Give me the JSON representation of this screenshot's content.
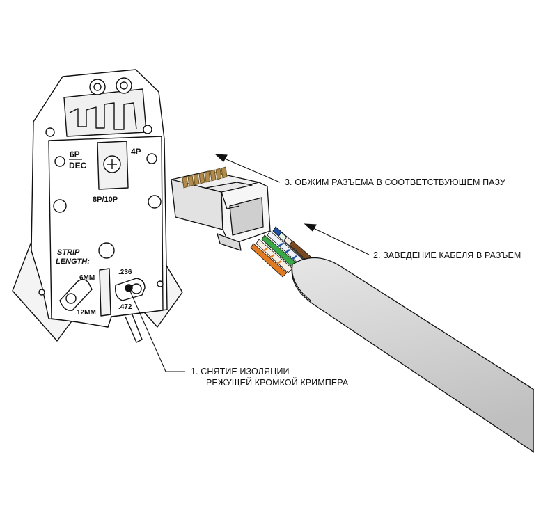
{
  "tool_labels": {
    "mode_6p": "6P",
    "mode_dec": "DEC",
    "mode_4p": "4P",
    "mode_8p10p": "8P/10P",
    "strip_title_line1": "STRIP",
    "strip_title_line2": "LENGTH:",
    "strip_6mm": "6MM",
    "strip_12mm": "12MM",
    "strip_236": ".236",
    "strip_472": ".472"
  },
  "steps": {
    "step1_line1": "1. СНЯТИЕ ИЗОЛЯЦИИ",
    "step1_line2": "РЕЖУЩЕЙ КРОМКОЙ КРИМПЕРА",
    "step2": "2. ЗАВЕДЕНИЕ КАБЕЛЯ В РАЗЪЕМ",
    "step3": "3. ОБЖИМ РАЗЪЕМА В СООТВЕТСТВУЮЩЕМ ПАЗУ"
  },
  "colors": {
    "outline": "#111111",
    "cable_jacket": "#d9d9d9",
    "wire_orange": "#e07b21",
    "wire_green": "#3aa845",
    "wire_blue": "#1f4fa3",
    "wire_brown": "#7a4a22",
    "contacts_gold": "#b08a4a"
  }
}
